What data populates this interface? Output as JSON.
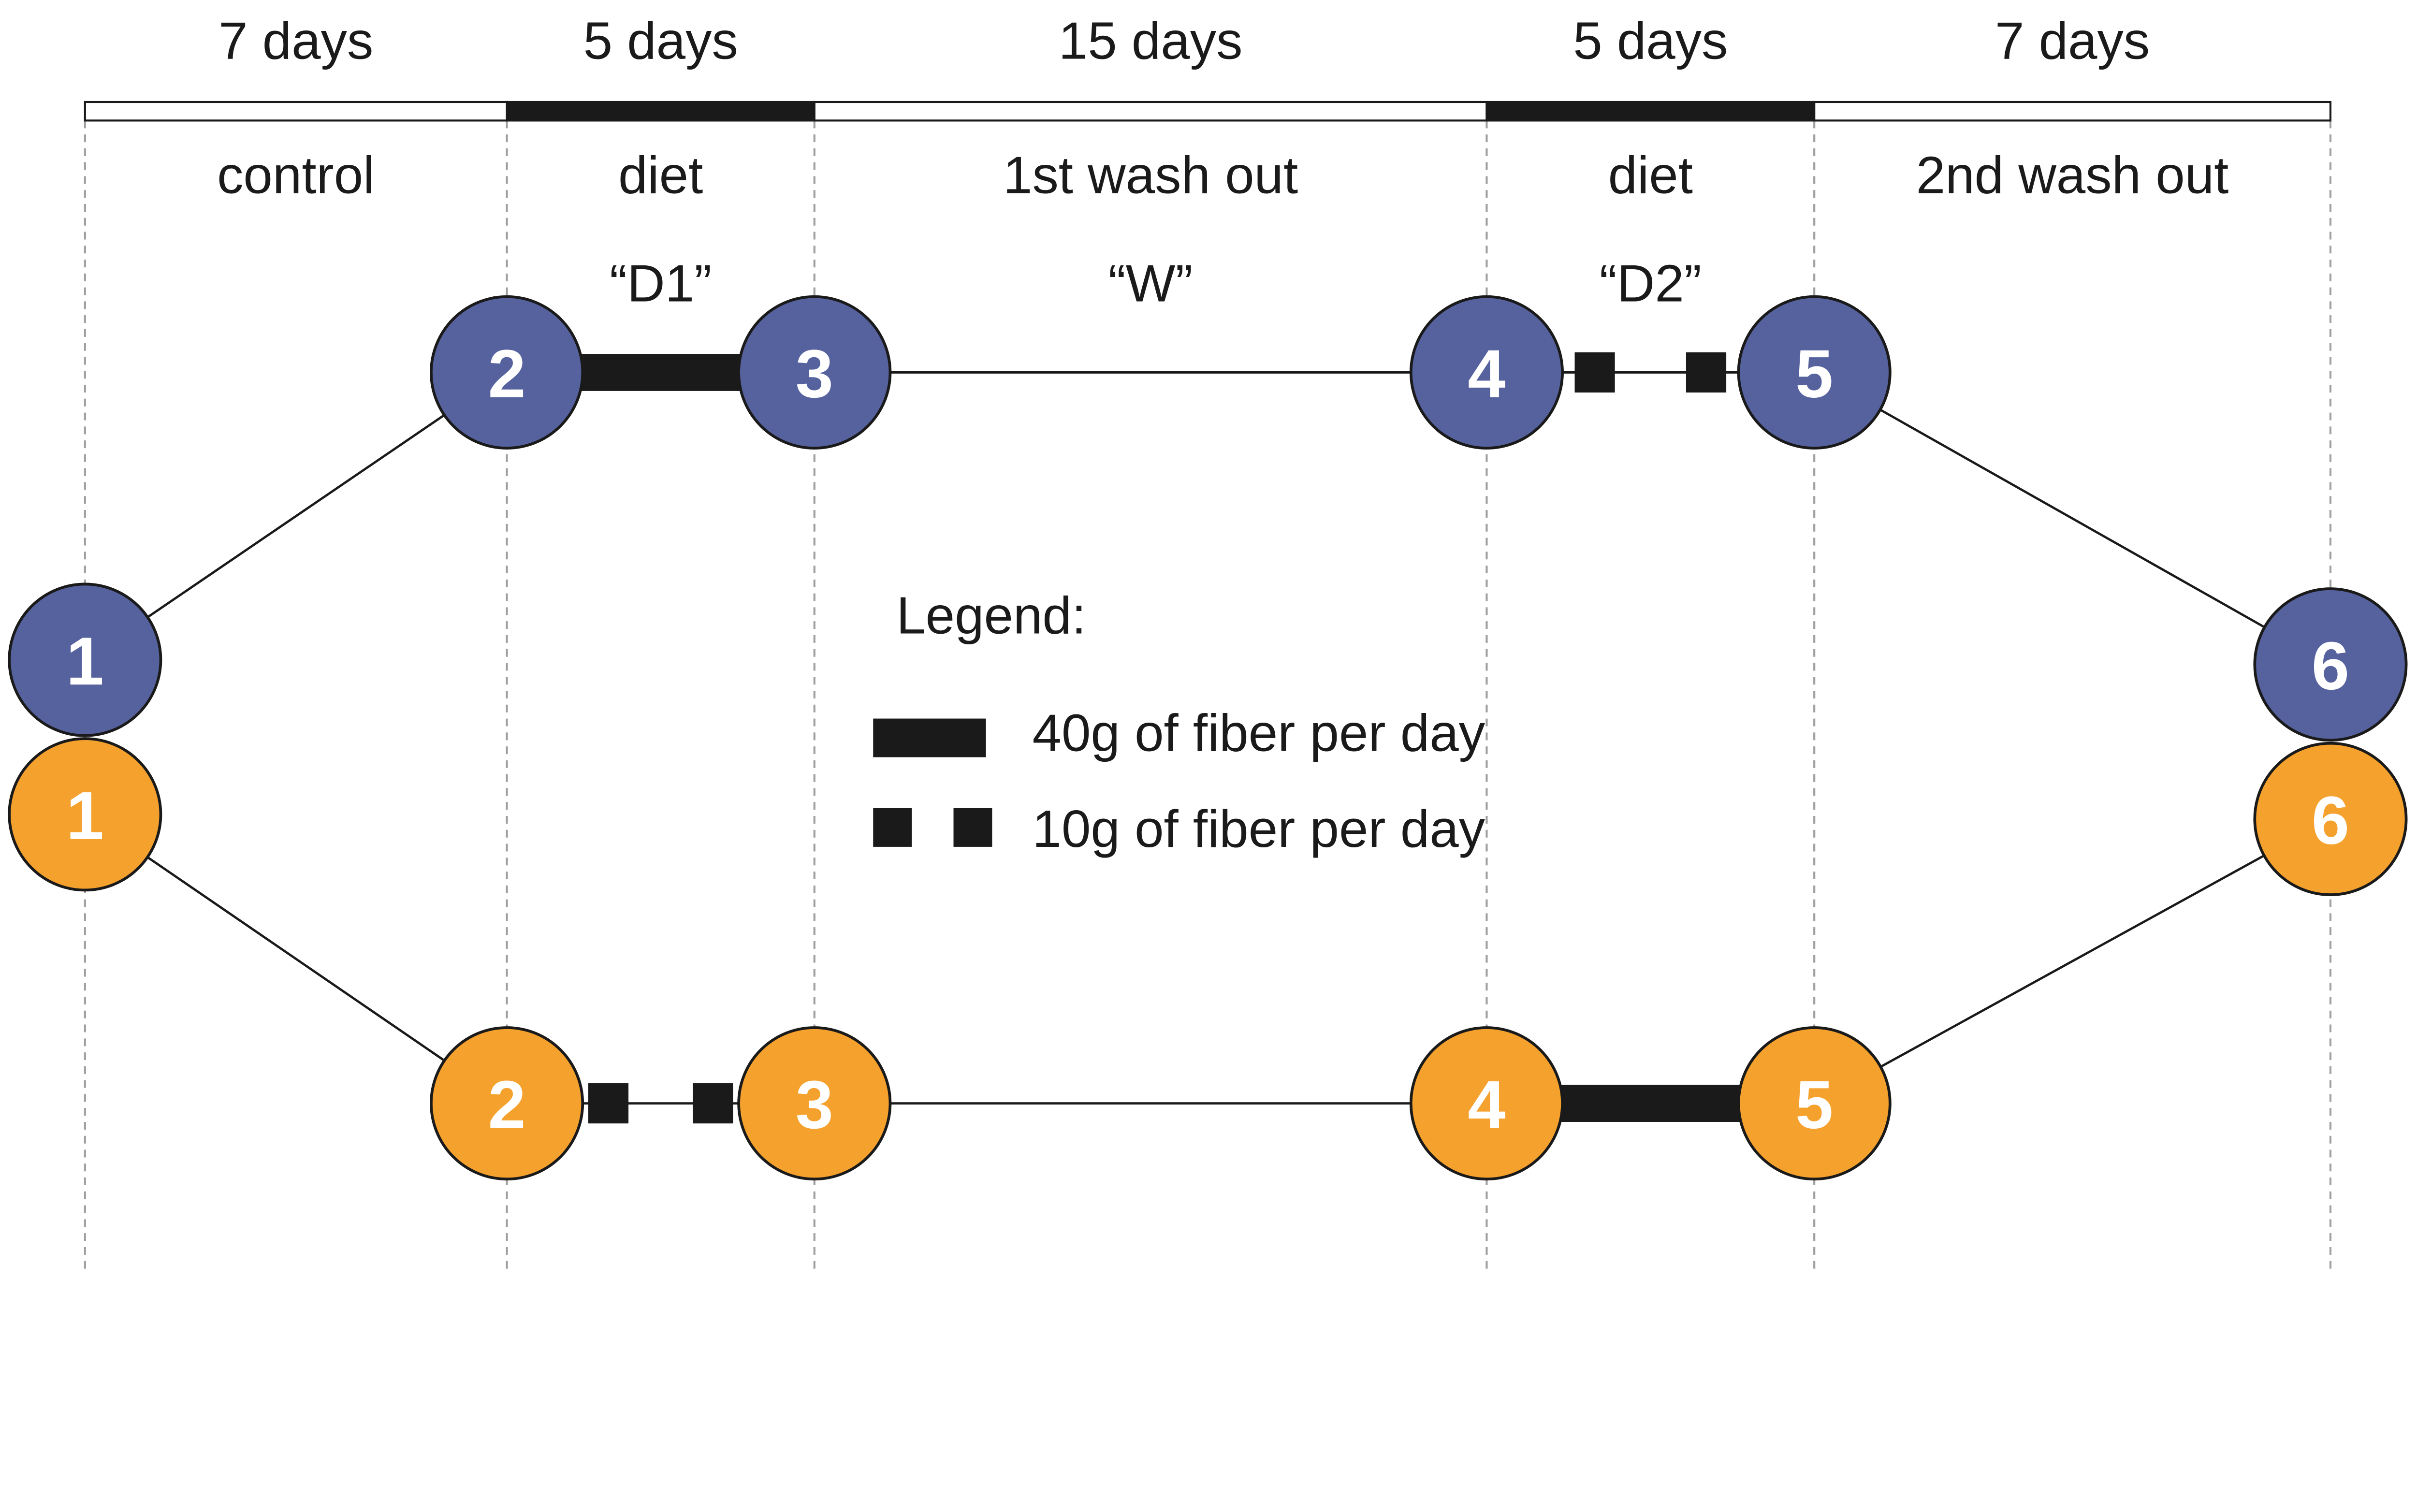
{
  "colors": {
    "group_a": "#56629e",
    "group_b": "#f5a12d",
    "line": "#1a1a1a",
    "dashed": "#a0a0a0"
  },
  "phases": [
    {
      "duration": "7 days",
      "label": "control",
      "code": "",
      "bar": "white"
    },
    {
      "duration": "5 days",
      "label": "diet",
      "code": "“D1”",
      "bar": "black"
    },
    {
      "duration": "15 days",
      "label": "1st wash out",
      "code": "“W”",
      "bar": "white"
    },
    {
      "duration": "5 days",
      "label": "diet",
      "code": "“D2”",
      "bar": "black"
    },
    {
      "duration": "7 days",
      "label": "2nd wash out",
      "code": "",
      "bar": "white"
    }
  ],
  "groups": [
    {
      "color_key": "group_a",
      "nodes": [
        "1",
        "2",
        "3",
        "4",
        "5",
        "6"
      ],
      "segments": [
        "thin",
        "thick",
        "thin",
        "dotted",
        "thin"
      ]
    },
    {
      "color_key": "group_b",
      "nodes": [
        "1",
        "2",
        "3",
        "4",
        "5",
        "6"
      ],
      "segments": [
        "thin",
        "dotted",
        "thin",
        "thick",
        "thin"
      ]
    }
  ],
  "legend": {
    "title": "Legend:",
    "items": [
      {
        "style": "thick",
        "label": "40g of fiber per day"
      },
      {
        "style": "dotted",
        "label": "10g of fiber per day"
      }
    ]
  }
}
